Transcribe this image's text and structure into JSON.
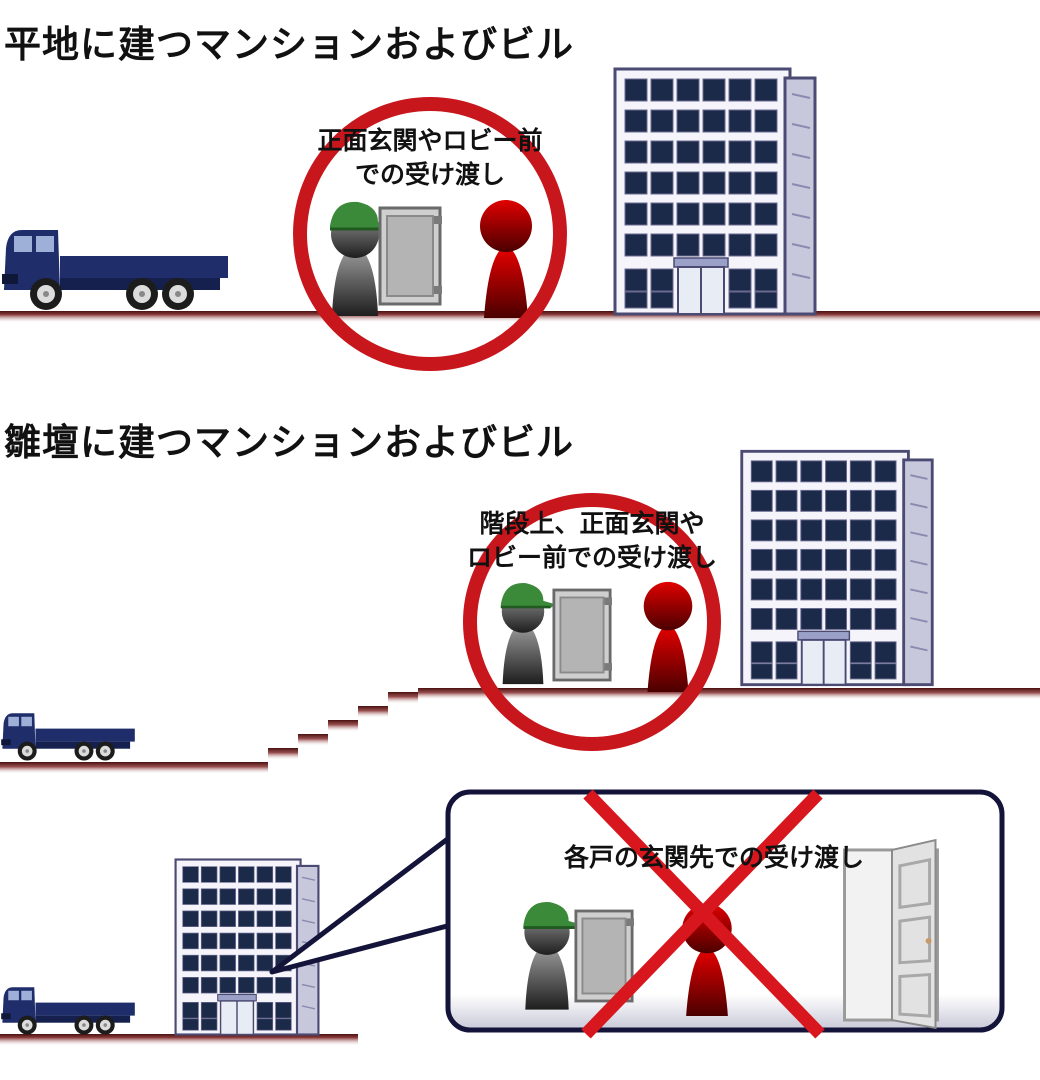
{
  "sections": [
    {
      "heading": "平地に建つマンションおよびビル",
      "caption_lines": [
        "正面玄関やロビー前",
        "での受け渡し"
      ]
    },
    {
      "heading": "雛壇に建つマンションおよびビル",
      "caption_lines": [
        "階段上、正面玄関や",
        "ロビー前での受け渡し"
      ]
    },
    {
      "caption_lines": [
        "各戸の玄関先での受け渡し"
      ]
    }
  ],
  "colors": {
    "ok_circle": "#c8161d",
    "ng_cross": "#d8161d",
    "truck": "#1f2d6b",
    "ground": "#6b1d1d",
    "building_window": "#1c2a4a",
    "courier_cap": "#3a8a3a",
    "resident": "#b30000"
  },
  "icons": {
    "truck": "truck-icon",
    "building": "building-icon",
    "courier": "delivery-person-icon",
    "resident": "resident-icon",
    "elevator_door": "door-icon",
    "apartment_door": "open-door-icon",
    "ok_mark": "circle-ok-icon",
    "ng_mark": "cross-ng-icon"
  }
}
